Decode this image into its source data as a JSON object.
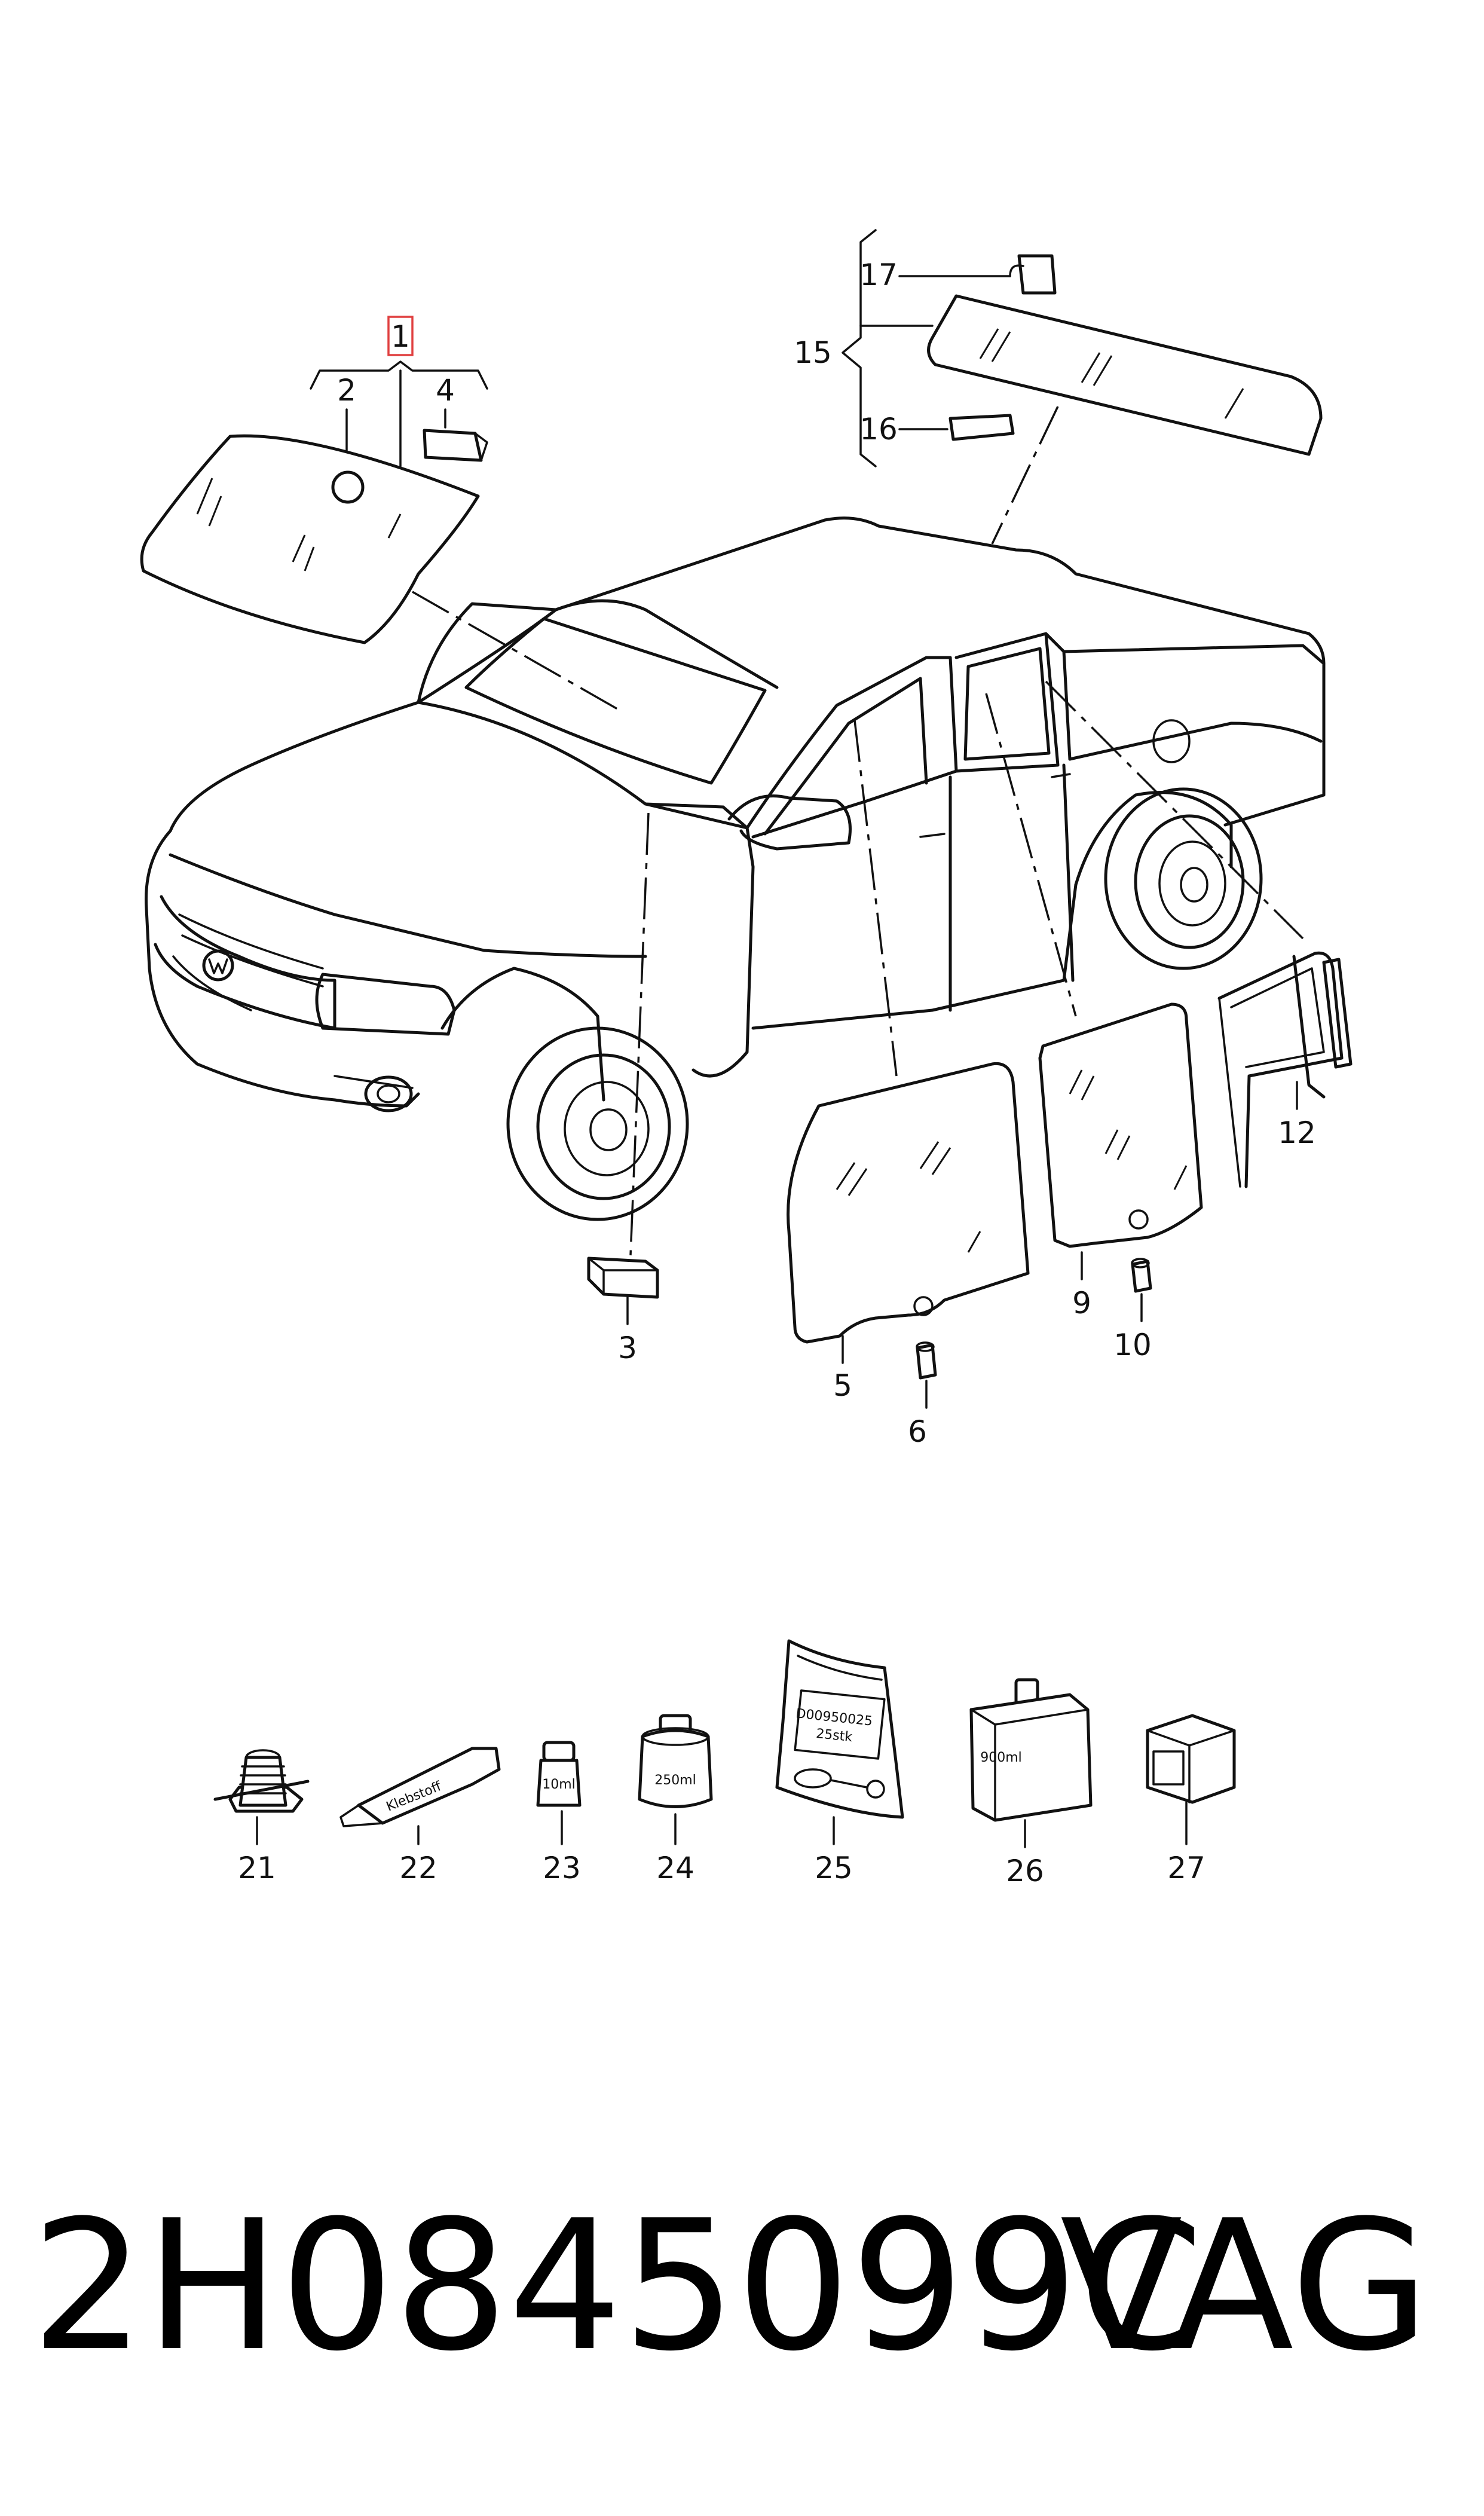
{
  "callouts": {
    "c1": "1",
    "c2": "2",
    "c3": "3",
    "c4": "4",
    "c5": "5",
    "c6": "6",
    "c9": "9",
    "c10": "10",
    "c12": "12",
    "c15": "15",
    "c16": "16",
    "c17": "17",
    "c21": "21",
    "c22": "22",
    "c23": "23",
    "c24": "24",
    "c25": "25",
    "c26": "26",
    "c27": "27"
  },
  "highlighted_callout": "1",
  "packaging": {
    "tube": "Klebstoff",
    "bottle_small": "10ml",
    "can": "250ml",
    "bag_line1": "D00950025",
    "bag_line2": "25stk",
    "canister": "900ml"
  },
  "footer": {
    "part_number": "2H0845099C",
    "brand": "VAG"
  },
  "colors": {
    "highlight": "#e04040",
    "ink": "#111111"
  }
}
